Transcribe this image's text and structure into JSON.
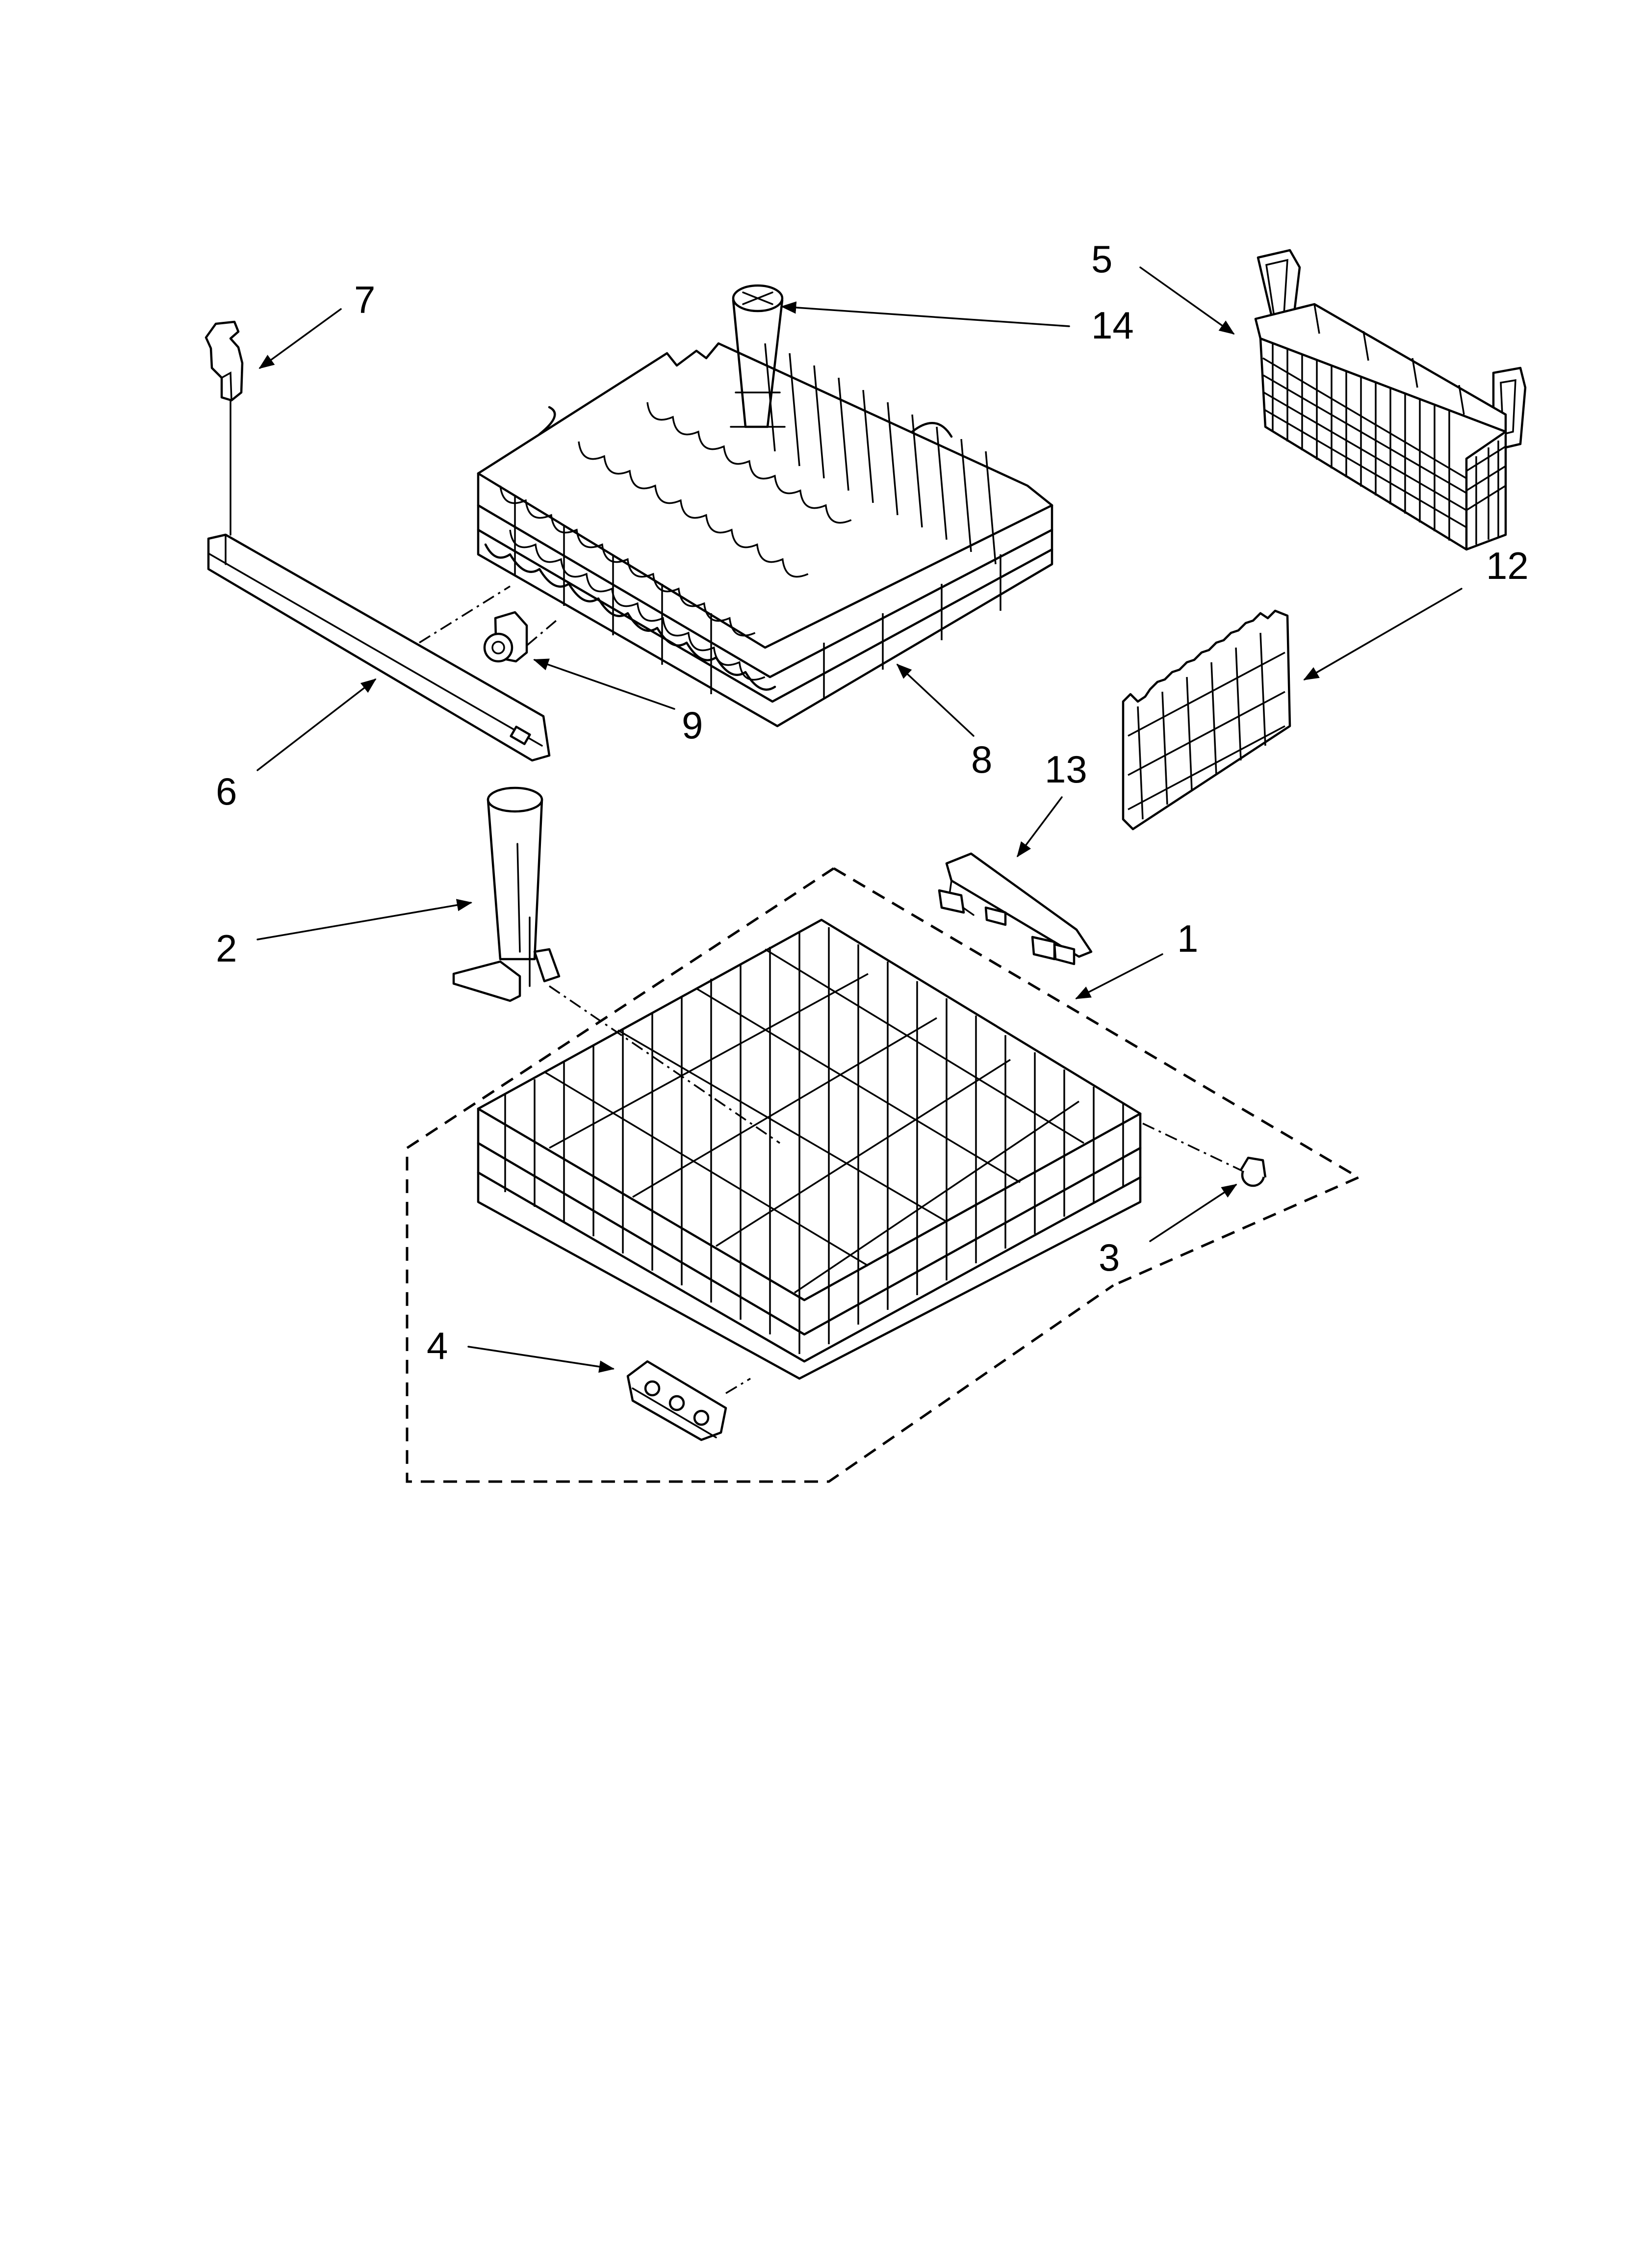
{
  "callouts": {
    "c1": "1",
    "c2": "2",
    "c3": "3",
    "c4": "4",
    "c5": "5",
    "c6": "6",
    "c7": "7",
    "c8": "8",
    "c9": "9",
    "c12": "12",
    "c13": "13",
    "c14": "14"
  },
  "colors": {
    "ink": "#000000",
    "paper": "#ffffff"
  }
}
